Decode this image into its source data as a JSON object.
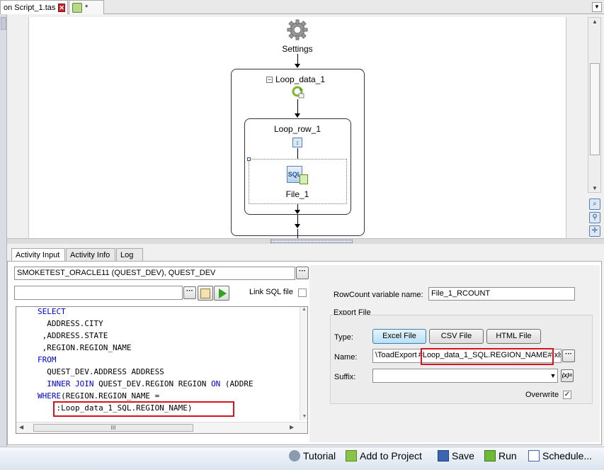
{
  "tabs": {
    "script_tab": "on Script_1.tas",
    "new_tab": "*"
  },
  "canvas": {
    "settings_label": "Settings",
    "loop_data_label": "Loop_data_1",
    "loop_row_label": "Loop_row_1",
    "file_label": "File_1",
    "sql_icon_text": "SQL"
  },
  "panel_tabs": [
    "Activity Input",
    "Activity Info",
    "Log"
  ],
  "activity_input": {
    "connection_value": "SMOKETEST_ORACLE11 (QUEST_DEV), QUEST_DEV",
    "sql_file_value": "",
    "link_sql_label": "Link SQL file",
    "sql_lines": [
      {
        "kw": "SELECT",
        "text": ""
      },
      {
        "kw": "",
        "text": "  ADDRESS.CITY"
      },
      {
        "kw": "",
        "text": " ,ADDRESS.STATE"
      },
      {
        "kw": "",
        "text": " ,REGION.REGION_NAME"
      },
      {
        "kw": "FROM",
        "text": ""
      },
      {
        "kw": "",
        "text": "  QUEST_DEV.ADDRESS ADDRESS"
      },
      {
        "kw": "  INNER JOIN",
        "text": " QUEST_DEV.REGION REGION ",
        "kw2": "ON",
        "text2": " (ADDRE"
      },
      {
        "kw": "WHERE",
        "text": "(REGION.REGION_NAME ="
      },
      {
        "kw": "",
        "text": "    :Loop_data_1_SQL.REGION_NAME)"
      }
    ],
    "hscroll_grip": "III"
  },
  "export": {
    "rowcount_label": "RowCount variable name:",
    "rowcount_value": "File_1_RCOUNT",
    "group_label": "Export File",
    "type_label": "Type:",
    "type_buttons": [
      "Excel File",
      "CSV File",
      "HTML File"
    ],
    "name_label": "Name:",
    "name_prefix": "\\ToadExport",
    "name_value": "#Loop_data_1_SQL.REGION_NAME#",
    "name_suffix": ".xls",
    "suffix_label": "Suffix:",
    "suffix_value": "",
    "fx_label": "(x)=",
    "overwrite_label": "Overwrite"
  },
  "toolbar": {
    "tutorial": "Tutorial",
    "add_to_project": "Add to Project",
    "save": "Save",
    "run": "Run",
    "schedule": "Schedule..."
  },
  "colors": {
    "highlight": "#d5141c",
    "keyword": "#0000cc"
  }
}
